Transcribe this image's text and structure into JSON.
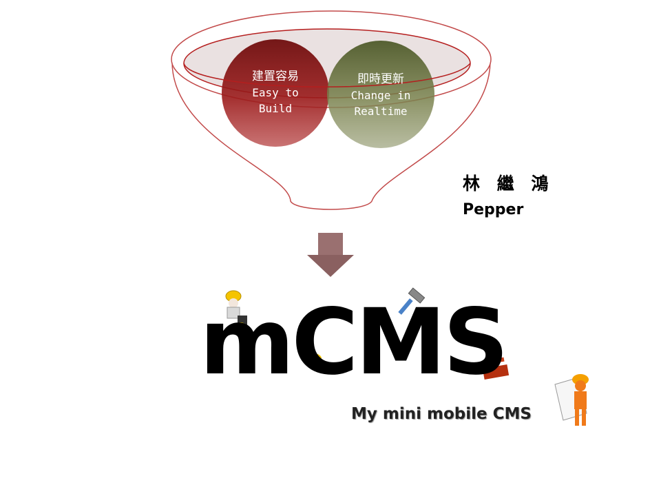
{
  "diagram": {
    "left_bubble": {
      "title": "建置容易",
      "line1": "Easy to",
      "line2": "Build",
      "color": "#8b1a1a"
    },
    "right_bubble": {
      "title": "即時更新",
      "line1": "Change in",
      "line2": "Realtime",
      "color": "#5a6332"
    },
    "funnel_color": "#b51e1e"
  },
  "author": {
    "name_zh": "林 繼 鴻",
    "name_en": "Pepper"
  },
  "logo": {
    "text": "mCMS"
  },
  "tagline": "My mini mobile CMS",
  "icons": [
    "down-arrow-icon",
    "construction-worker-icon",
    "hammer-icon",
    "worker-head-icon",
    "lego-brick-icon",
    "engineer-with-blueprint-icon"
  ]
}
